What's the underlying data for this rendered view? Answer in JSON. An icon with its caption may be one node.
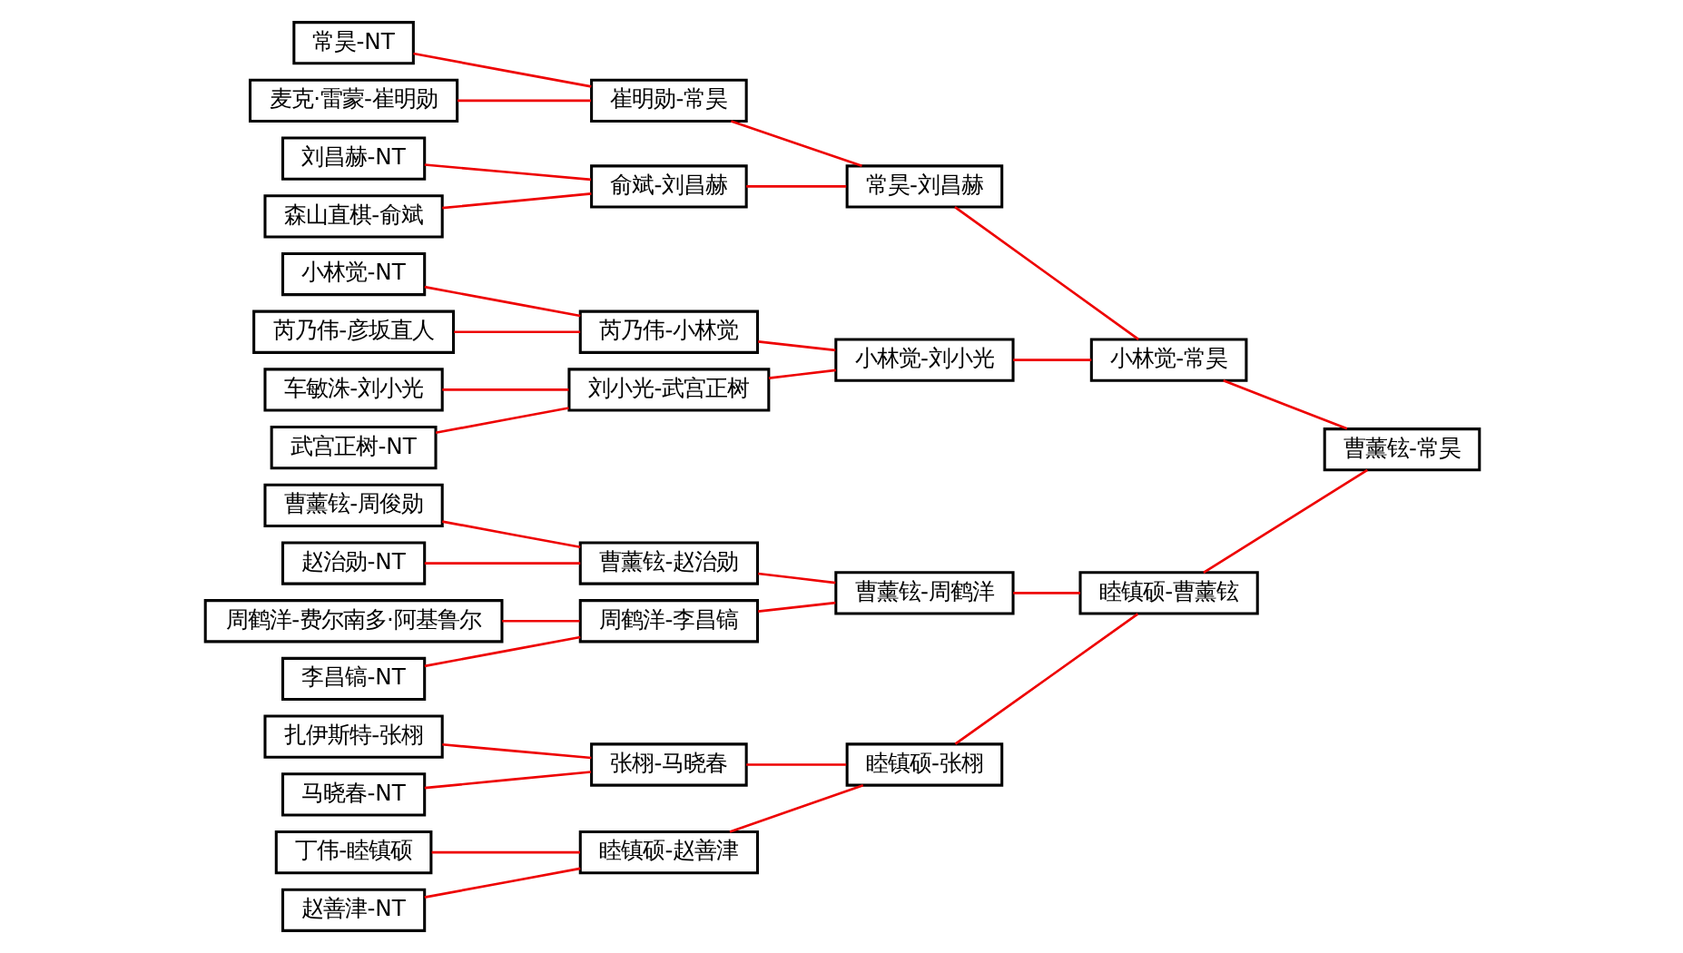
{
  "diagram": {
    "nodes": [
      {
        "text": [
          "曹薰铉-周俊勋"
        ]
      },
      {
        "text": [
          "赵治勋-NT"
        ]
      },
      {
        "text": [
          "周鹤洋-费尔南多·阿基鲁尔"
        ]
      },
      {
        "text": [
          "李昌镐-NT"
        ]
      },
      {
        "text": [
          "丁伟-睦镇硕"
        ]
      },
      {
        "text": [
          "赵善津-NT"
        ]
      },
      {
        "text": [
          "扎伊斯特-张栩"
        ]
      },
      {
        "text": [
          "马晓春-NT"
        ]
      },
      {
        "text": [
          "常昊-NT"
        ]
      },
      {
        "text": [
          "麦克·雷蒙-崔明勋"
        ]
      },
      {
        "text": [
          "刘昌赫-NT"
        ]
      },
      {
        "text": [
          "森山直棋-俞斌"
        ]
      },
      {
        "text": [
          "小林觉-NT"
        ]
      },
      {
        "text": [
          "芮乃伟-彦坂直人"
        ]
      },
      {
        "text": [
          "车敏洙-刘小光"
        ]
      },
      {
        "text": [
          "武宫正树-NT"
        ]
      },
      {
        "text": [
          "曹薰铉-赵治勋"
        ]
      },
      {
        "text": [
          "周鹤洋-李昌镐"
        ]
      },
      {
        "text": [
          "睦镇硕-赵善津"
        ]
      },
      {
        "text": [
          "张栩-马晓春"
        ]
      },
      {
        "text": [
          "崔明勋-常昊"
        ]
      },
      {
        "text": [
          "俞斌-刘昌赫"
        ]
      },
      {
        "text": [
          "芮乃伟-小林觉"
        ]
      },
      {
        "text": [
          "刘小光-武宫正树"
        ]
      },
      {
        "text": [
          "曹薰铉-周鹤洋"
        ]
      },
      {
        "text": [
          "睦镇硕-张栩"
        ]
      },
      {
        "text": [
          "常昊-刘昌赫"
        ]
      },
      {
        "text": [
          "小林觉-刘小光"
        ]
      },
      {
        "text": [
          "睦镇硕-曹薰铉"
        ]
      },
      {
        "text": [
          "小林觉-常昊"
        ]
      },
      {
        "text": [
          "曹薰铉-常昊"
        ]
      }
    ],
    "edges": [
      {
        "from": 0,
        "to": 16,
        "arrow": "none"
      },
      {
        "from": 1,
        "to": 16,
        "arrow": "none"
      },
      {
        "from": 2,
        "to": 17,
        "arrow": "none"
      },
      {
        "from": 3,
        "to": 17,
        "arrow": "none"
      },
      {
        "from": 4,
        "to": 18,
        "arrow": "none"
      },
      {
        "from": 5,
        "to": 18,
        "arrow": "none"
      },
      {
        "from": 6,
        "to": 19,
        "arrow": "none"
      },
      {
        "from": 7,
        "to": 19,
        "arrow": "none"
      },
      {
        "from": 8,
        "to": 20,
        "arrow": "none"
      },
      {
        "from": 9,
        "to": 20,
        "arrow": "none"
      },
      {
        "from": 10,
        "to": 21,
        "arrow": "none"
      },
      {
        "from": 11,
        "to": 21,
        "arrow": "none"
      },
      {
        "from": 12,
        "to": 22,
        "arrow": "none"
      },
      {
        "from": 13,
        "to": 22,
        "arrow": "none"
      },
      {
        "from": 14,
        "to": 23,
        "arrow": "none"
      },
      {
        "from": 15,
        "to": 23,
        "arrow": "none"
      },
      {
        "from": 16,
        "to": 24,
        "arrow": "none"
      },
      {
        "from": 17,
        "to": 24,
        "arrow": "none"
      },
      {
        "from": 18,
        "to": 25,
        "arrow": "none"
      },
      {
        "from": 19,
        "to": 25,
        "arrow": "none"
      },
      {
        "from": 20,
        "to": 26,
        "arrow": "none"
      },
      {
        "from": 21,
        "to": 26,
        "arrow": "none"
      },
      {
        "from": 22,
        "to": 27,
        "arrow": "none"
      },
      {
        "from": 23,
        "to": 27,
        "arrow": "none"
      },
      {
        "from": 24,
        "to": 28,
        "arrow": "none"
      },
      {
        "from": 25,
        "to": 28,
        "arrow": "none"
      },
      {
        "from": 26,
        "to": 29,
        "arrow": "none"
      },
      {
        "from": 27,
        "to": 29,
        "arrow": "none"
      },
      {
        "from": 28,
        "to": 30,
        "arrow": "none"
      },
      {
        "from": 29,
        "to": 30,
        "arrow": "none"
      }
    ]
  }
}
